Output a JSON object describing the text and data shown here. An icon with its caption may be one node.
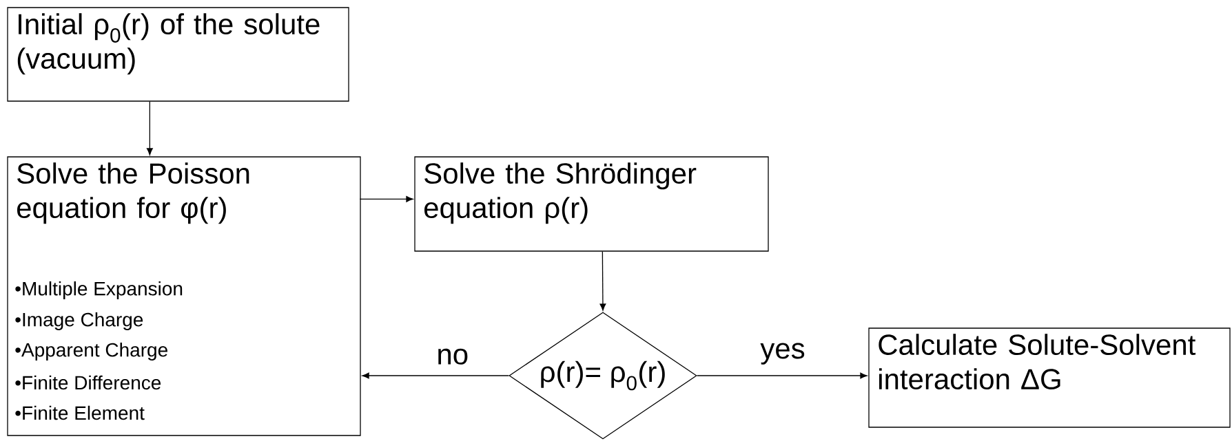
{
  "diagram": {
    "nodes": [
      {
        "text": [
          "Initial ρ$_{0}$(r) of the solute (vacuum)"
        ]
      },
      {
        "text": [
          "Solve the Poisson equation for φ(r)",
          "•Multiple Expansion",
          "•Image Charge",
          "•Apparent Charge",
          "•Finite Difference",
          "•Finite Element"
        ]
      },
      {
        "text": [
          "Solve the Shrödinger equation ρ(r)"
        ]
      },
      {
        "text": [
          "ρ(r)= ρ$_{0}$(r)"
        ]
      },
      {
        "text": [
          "Calculate Solute-Solvent interaction ΔG"
        ]
      }
    ],
    "edges": [
      {
        "from": 0,
        "to": 1,
        "arrow": "to"
      },
      {
        "from": 1,
        "to": 2,
        "arrow": "to"
      },
      {
        "from": 2,
        "to": 3,
        "arrow": "to"
      },
      {
        "from": 3,
        "to": 1,
        "arrow": "to",
        "label": "no"
      },
      {
        "from": 3,
        "to": 4,
        "arrow": "to",
        "label": "yes"
      }
    ]
  }
}
